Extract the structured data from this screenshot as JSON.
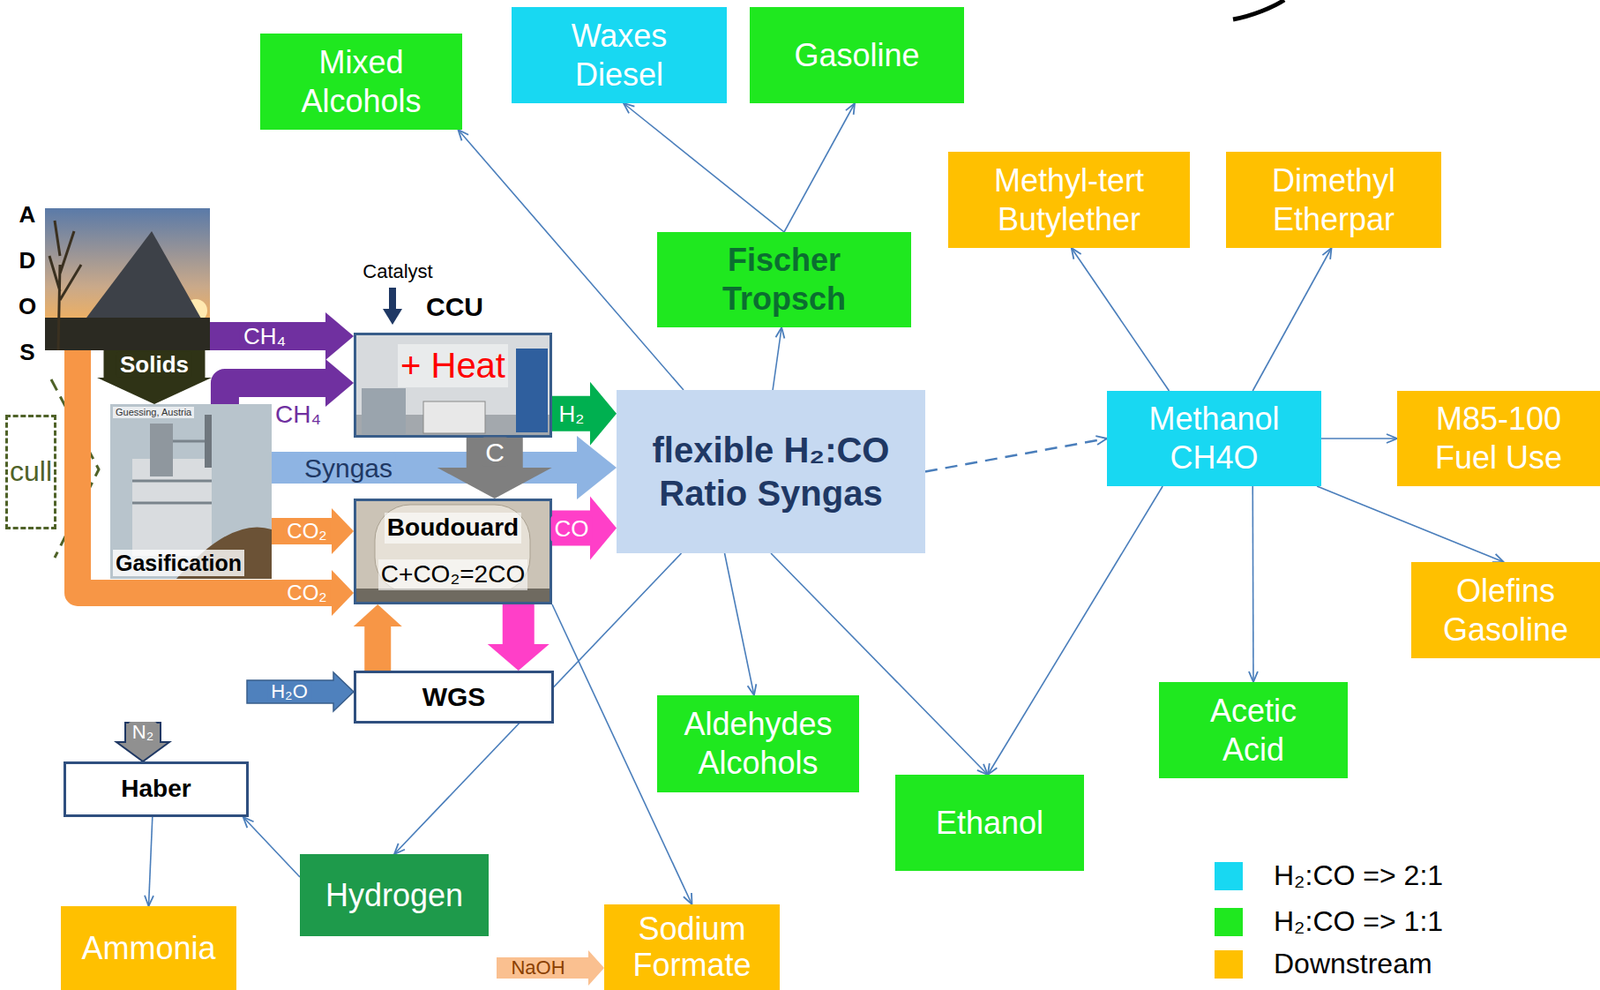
{
  "diagram": {
    "nodes": [
      {
        "text": [
          "Mixed Alcohols"
        ]
      },
      {
        "text": [
          "Waxes Diesel"
        ]
      },
      {
        "text": [
          "Gasoline"
        ]
      },
      {
        "text": [
          "Methyl-tert Butylether"
        ]
      },
      {
        "text": [
          "Dimethyl Etherpar"
        ]
      },
      {
        "text": [
          "ADOS"
        ]
      },
      {
        "text": [
          "Fischer Tropsch"
        ]
      },
      {
        "text": [
          "CCU",
          "+ Heat"
        ]
      },
      {
        "text": [
          "Guessing, Austria",
          "Gasification"
        ]
      },
      {
        "text": [
          "cull"
        ]
      },
      {
        "text": [
          "flexible H₂:CO Ratio Syngas"
        ]
      },
      {
        "text": [
          "Methanol CH4O"
        ]
      },
      {
        "text": [
          "M85-100 Fuel Use"
        ]
      },
      {
        "text": [
          "Boudouard",
          "C+CO₂=2CO"
        ]
      },
      {
        "text": [
          "Olefins Gasoline"
        ]
      },
      {
        "text": [
          "WGS"
        ]
      },
      {
        "text": [
          "Acetic Acid"
        ]
      },
      {
        "text": [
          "Haber"
        ]
      },
      {
        "text": [
          "Aldehydes Alcohols"
        ]
      },
      {
        "text": [
          "Ethanol"
        ]
      },
      {
        "text": [
          "Hydrogen"
        ]
      },
      {
        "text": [
          "Ammonia"
        ]
      },
      {
        "text": [
          "Sodium Formate"
        ]
      }
    ],
    "edges": [
      {
        "from": 10,
        "to": 0,
        "arrow": "to"
      },
      {
        "from": 10,
        "to": 6,
        "arrow": "to"
      },
      {
        "from": 6,
        "to": 1,
        "arrow": "to"
      },
      {
        "from": 6,
        "to": 2,
        "arrow": "to"
      },
      {
        "from": 10,
        "to": 11,
        "arrow": "to"
      },
      {
        "from": 11,
        "to": 3,
        "arrow": "to"
      },
      {
        "from": 11,
        "to": 4,
        "arrow": "to"
      },
      {
        "from": 11,
        "to": 12,
        "arrow": "to"
      },
      {
        "from": 11,
        "to": 14,
        "arrow": "to"
      },
      {
        "from": 11,
        "to": 16,
        "arrow": "to"
      },
      {
        "from": 11,
        "to": 19,
        "arrow": "to"
      },
      {
        "from": 10,
        "to": 18,
        "arrow": "to"
      },
      {
        "from": 10,
        "to": 19,
        "arrow": "to"
      },
      {
        "from": 10,
        "to": 20,
        "arrow": "to"
      },
      {
        "from": 13,
        "to": 22,
        "arrow": "to"
      },
      {
        "from": 20,
        "to": 17,
        "arrow": "to"
      },
      {
        "from": 17,
        "to": 21,
        "arrow": "to"
      },
      {
        "from": 5,
        "to": 7,
        "label": "CH₄",
        "arrow": "to"
      },
      {
        "from": 8,
        "to": 7,
        "label": "CH₄",
        "arrow": "to"
      },
      {
        "from": 5,
        "to": 8,
        "label": "Solids",
        "arrow": "to"
      },
      {
        "from": 8,
        "to": 10,
        "label": "Syngas",
        "arrow": "to"
      },
      {
        "from": 8,
        "to": 13,
        "label": "CO₂",
        "arrow": "to"
      },
      {
        "from": 5,
        "to": 13,
        "label": "CO₂",
        "arrow": "to"
      },
      {
        "from": 7,
        "to": 10,
        "label": "H₂",
        "arrow": "to"
      },
      {
        "from": 7,
        "to": 13,
        "label": "C",
        "arrow": "to"
      },
      {
        "from": 13,
        "to": 10,
        "label": "CO",
        "arrow": "to"
      },
      {
        "from": 13,
        "to": 15,
        "arrow": "to"
      },
      {
        "from": 15,
        "to": 13,
        "arrow": "to"
      }
    ],
    "labels": [
      "Catalyst",
      "H₂O",
      "N₂",
      "NaOH"
    ],
    "legend": [
      {
        "text": "H₂:CO => 2:1",
        "color": "#18d8f2"
      },
      {
        "text": "H₂:CO => 1:1",
        "color": "#1fe81f"
      },
      {
        "text": "Downstream",
        "color": "#ffc000"
      }
    ]
  }
}
